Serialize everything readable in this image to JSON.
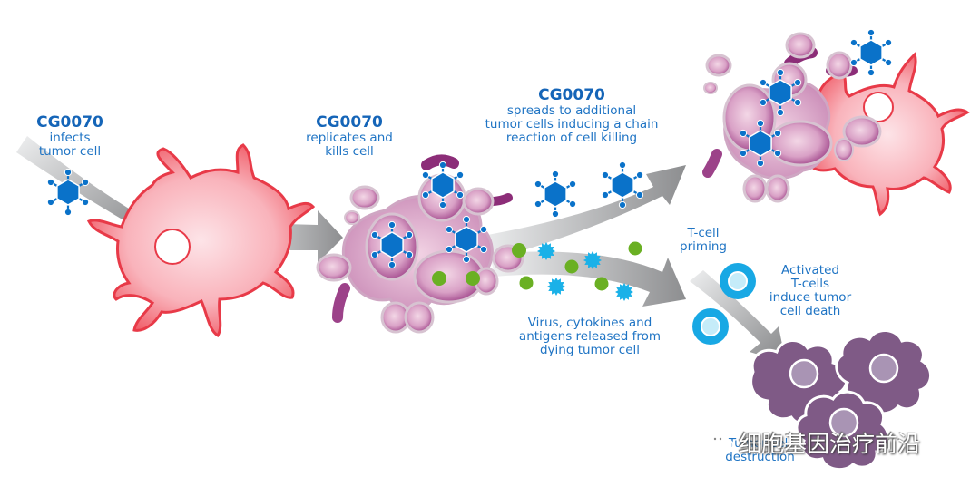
{
  "colors": {
    "text_blue": "#1f74c4",
    "title_blue": "#1565b8",
    "virus_blue": "#0a72c9",
    "tumor_red": "#ef4a55",
    "tumor_pink": "#fbc6cc",
    "lysed_purple": "#9a3f84",
    "lysed_pink": "#e8b9d6",
    "cytokine_cyan": "#1ab1e8",
    "antigen_green": "#6ab023",
    "tcell_cyan": "#18a8e4",
    "dead_cell_purple": "#7f5a86",
    "arrow_gray": "#9c9c9e"
  },
  "steps": [
    {
      "title": "CG0070",
      "lines": [
        "infects",
        "tumor cell"
      ]
    },
    {
      "title": "CG0070",
      "lines": [
        "replicates and",
        "kills cell"
      ]
    },
    {
      "title": "CG0070",
      "lines": [
        "spreads to additional",
        "tumor cells inducing a chain",
        "reaction of cell killing"
      ]
    }
  ],
  "release_label": {
    "lines": [
      "Virus, cytokines and",
      "antigens released from",
      "dying tumor cell"
    ]
  },
  "tcell_priming_label": {
    "lines": [
      "T-cell",
      "priming"
    ]
  },
  "activated_label": {
    "lines": [
      "Activated",
      "T-cells",
      "induce tumor",
      "cell death"
    ]
  },
  "destruction_label": {
    "lines": [
      "Tumor cell",
      "destruction"
    ]
  },
  "watermark": {
    "icon": "wechat-icon",
    "text": "细胞基因治疗前沿"
  }
}
